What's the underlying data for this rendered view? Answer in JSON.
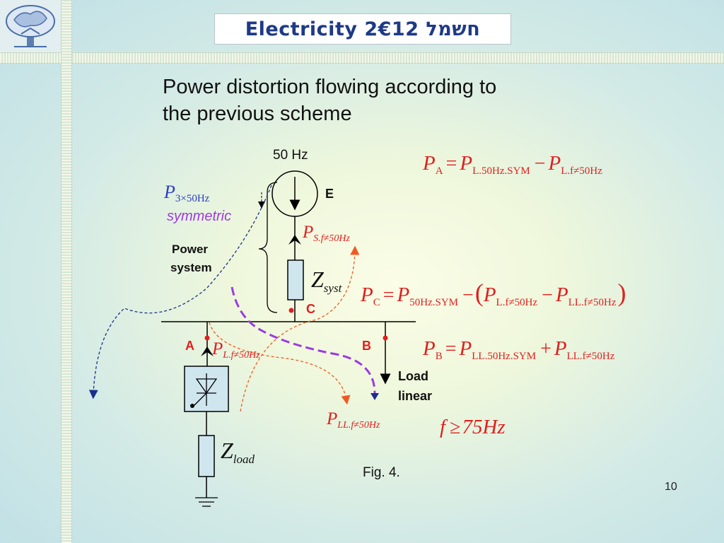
{
  "banner": {
    "text": "Electricity 2€12 חשמל"
  },
  "slide": {
    "title_line1": "Power distortion flowing according to",
    "title_line2": "the previous scheme",
    "page_number": "10"
  },
  "diagram": {
    "source_label": "50 Hz",
    "node_e": "E",
    "node_c": "C",
    "node_a": "A",
    "node_b": "B",
    "p3_main": "P",
    "p3_sub": "3×50Hz",
    "symmetric": "symmetric",
    "power_system_1": "Power",
    "power_system_2": "system",
    "zsyst_main": "Z",
    "zsyst_sub": "syst",
    "zload_main": "Z",
    "zload_sub": "load",
    "ps_main": "P",
    "ps_sub": "S.f≠50Hz",
    "pl_main": "P",
    "pl_sub": "L.f≠50Hz",
    "pll_main": "P",
    "pll_sub": "LL.f≠50Hz",
    "load_1": "Load",
    "load_2": "linear",
    "caption": "Fig. 4.",
    "colors": {
      "red": "#e01f1f",
      "purple": "#9b3be0",
      "blue_dashed": "#1a2f8a",
      "orange": "#f05a22",
      "resistor": "#cfe6ef"
    }
  },
  "equations": {
    "pa": {
      "lhs": "P",
      "lhs_sub": "A",
      "op1": "=",
      "t1": "P",
      "t1_sub": "L.50Hz.SYM",
      "op2": "−",
      "t2": "P",
      "t2_sub": "L.f≠50Hz"
    },
    "pc": {
      "lhs": "P",
      "lhs_sub": "C",
      "op1": "=",
      "t1": "P",
      "t1_sub": "50Hz.SYM",
      "op2": "−",
      "lpar": "(",
      "t2": "P",
      "t2_sub": "L.f≠50Hz",
      "op3": "−",
      "t3": "P",
      "t3_sub": "LL.f≠50Hz",
      "rpar": ")"
    },
    "pb": {
      "lhs": "P",
      "lhs_sub": "B",
      "op1": "=",
      "t1": "P",
      "t1_sub": "LL.50Hz.SYM",
      "op2": "+",
      "t2": "P",
      "t2_sub": "LL.f≠50Hz"
    },
    "freq": {
      "f": "f",
      "ge": "≥",
      "val": "75Hz"
    }
  }
}
